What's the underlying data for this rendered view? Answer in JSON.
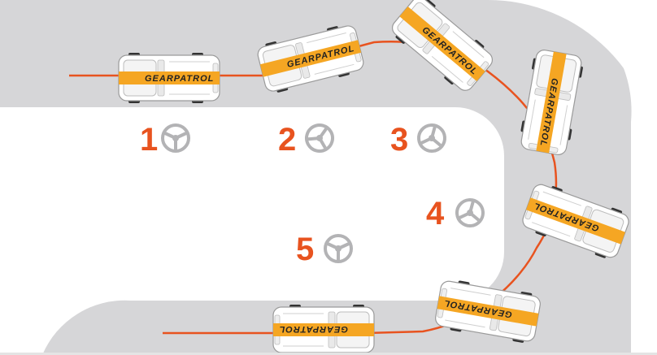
{
  "colors": {
    "track": "#d6d6d8",
    "infield": "#ffffff",
    "path": "#e8531f",
    "label": "#e8531f",
    "wheel_icon": "#b3b3b5",
    "car_body": "#ffffff",
    "car_outline": "#9a9a9a",
    "stripe": "#f5a623"
  },
  "car_branding": "GEARPATROL",
  "steps": [
    {
      "number": "1",
      "icon": "steering-wheel-icon"
    },
    {
      "number": "2",
      "icon": "steering-wheel-icon"
    },
    {
      "number": "3",
      "icon": "steering-wheel-icon"
    },
    {
      "number": "4",
      "icon": "steering-wheel-icon"
    },
    {
      "number": "5",
      "icon": "steering-wheel-icon"
    }
  ]
}
